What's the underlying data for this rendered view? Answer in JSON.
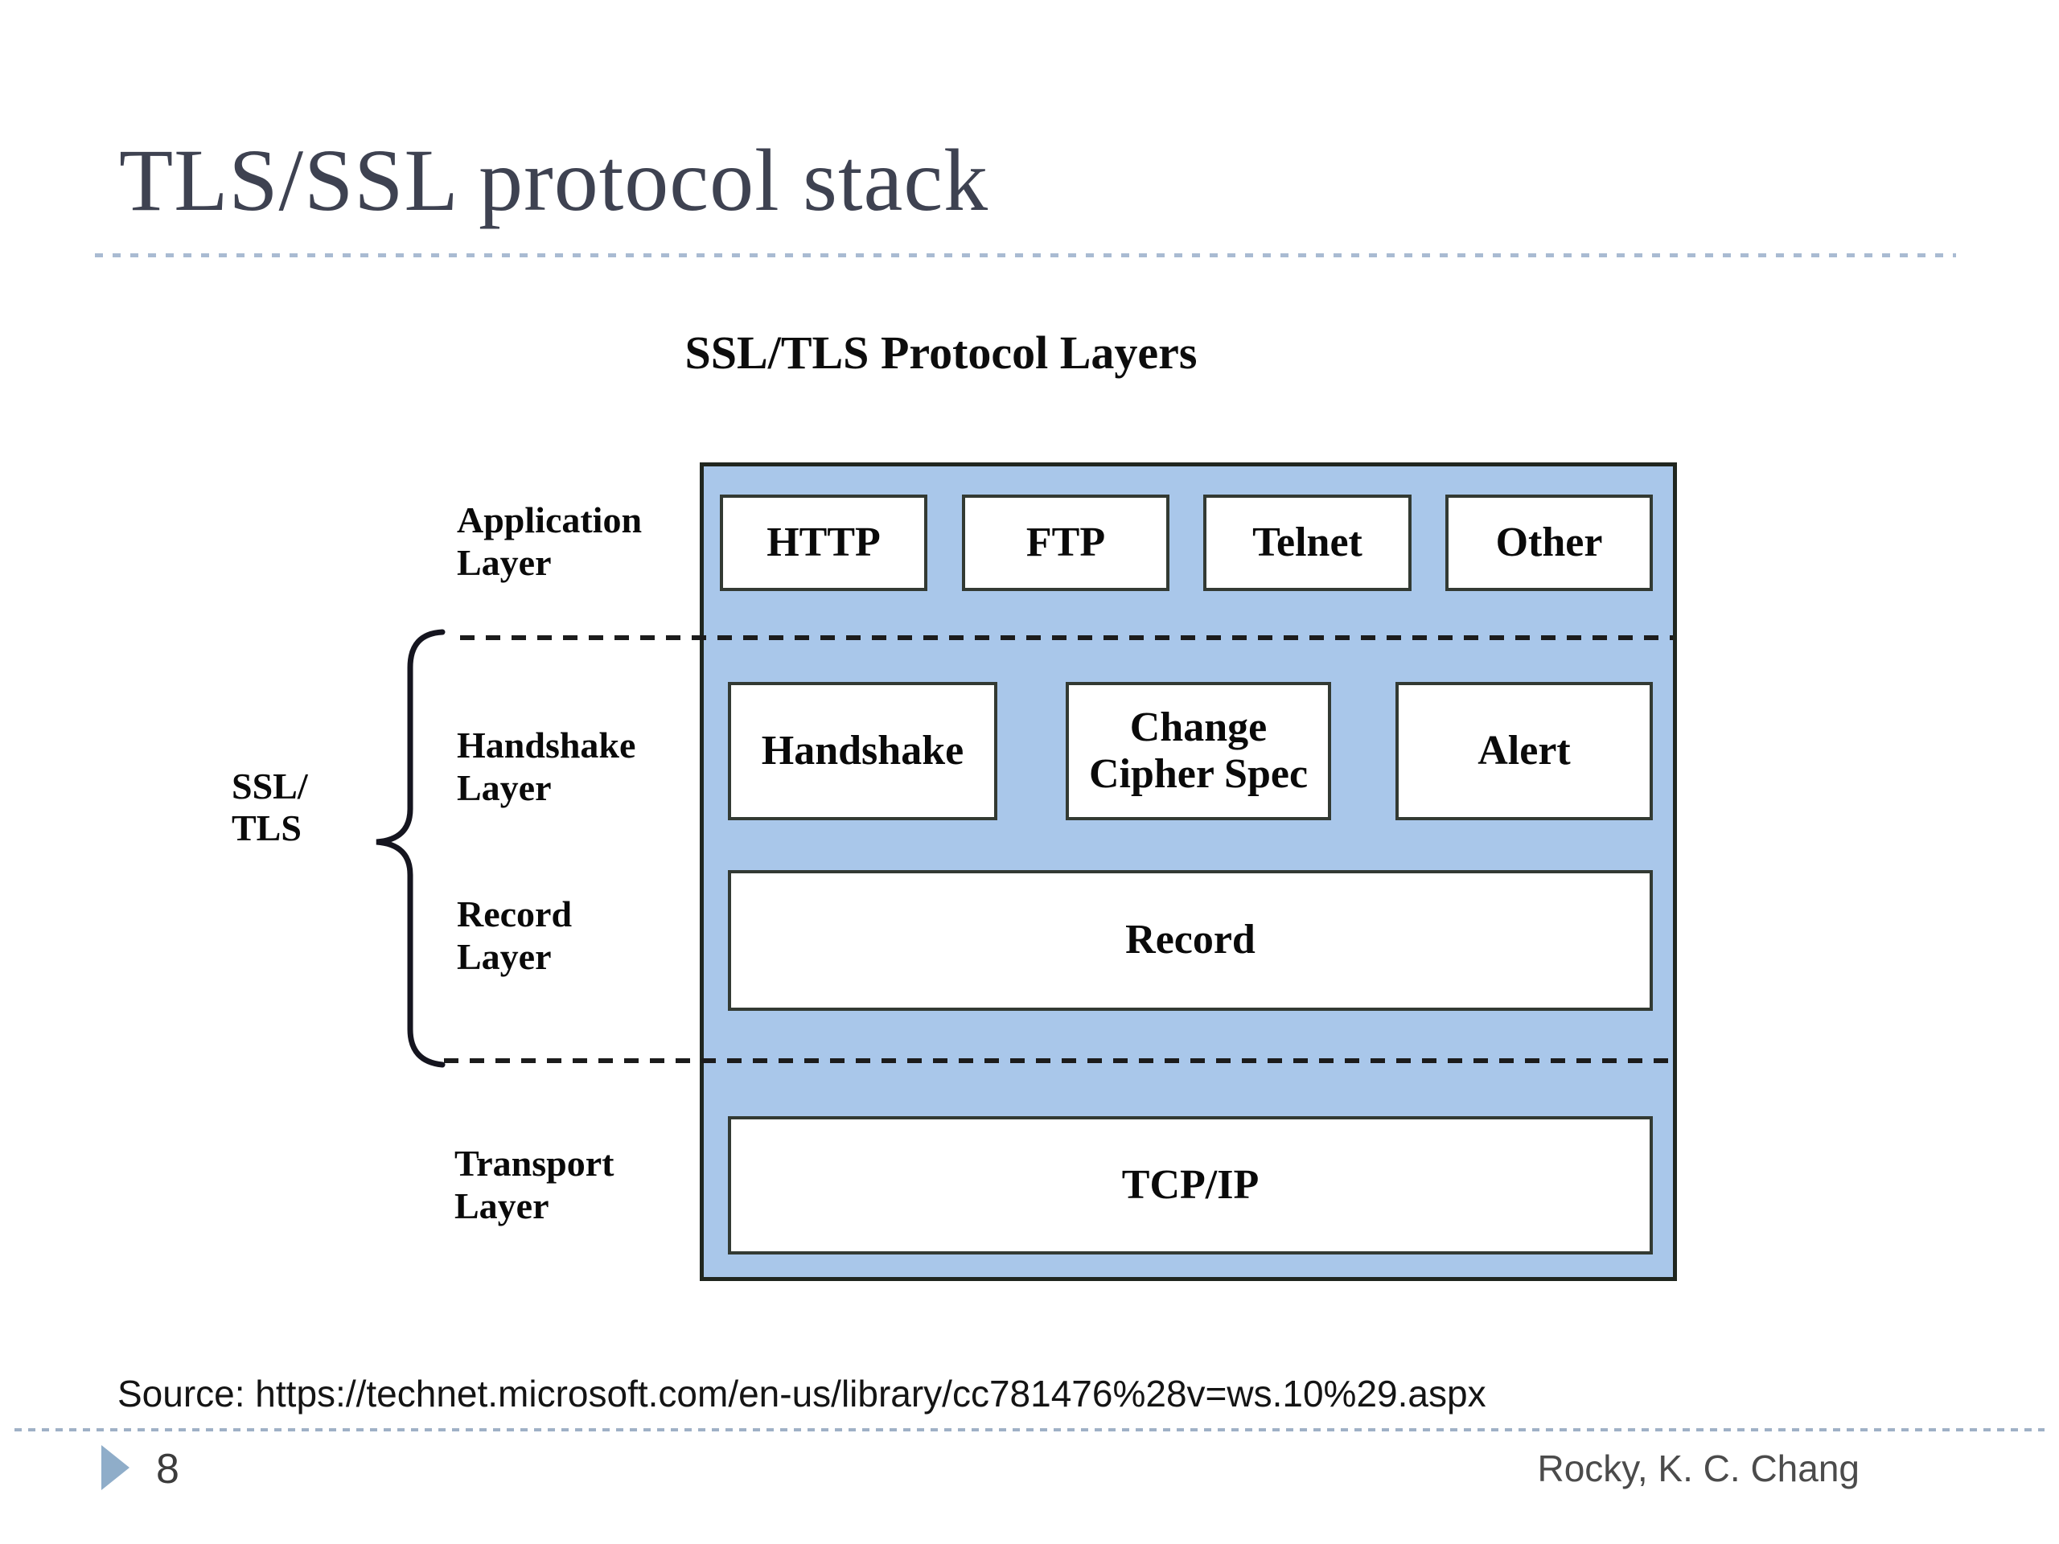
{
  "slide": {
    "title": "TLS/SSL protocol stack",
    "source_text": "Source: https://technet.microsoft.com/en-us/library/cc781476%28v=ws.10%29.aspx",
    "page_number": "8",
    "author": "Rocky, K. C. Chang"
  },
  "figure": {
    "title": "SSL/TLS Protocol Layers",
    "brace_label_line1": "SSL/",
    "brace_label_line2": "TLS",
    "layers": [
      {
        "label": "Application Layer",
        "boxes": [
          "HTTP",
          "FTP",
          "Telnet",
          "Other"
        ]
      },
      {
        "label": "Handshake Layer",
        "boxes": [
          "Handshake",
          "Change Cipher Spec",
          "Alert"
        ]
      },
      {
        "label": "Record Layer",
        "boxes": [
          "Record"
        ]
      },
      {
        "label": "Transport Layer",
        "boxes": [
          "TCP/IP"
        ]
      }
    ]
  },
  "colors": {
    "panel_blue": "#a9c7ea",
    "panel_border": "#20261f",
    "box_border": "#333a33",
    "title_text": "#3e4251",
    "header_rule": "#a9bbd2",
    "footer_rule": "#9fb1c6",
    "bullet_triangle": "#8fadc9",
    "author_text": "#4b4b4b"
  }
}
